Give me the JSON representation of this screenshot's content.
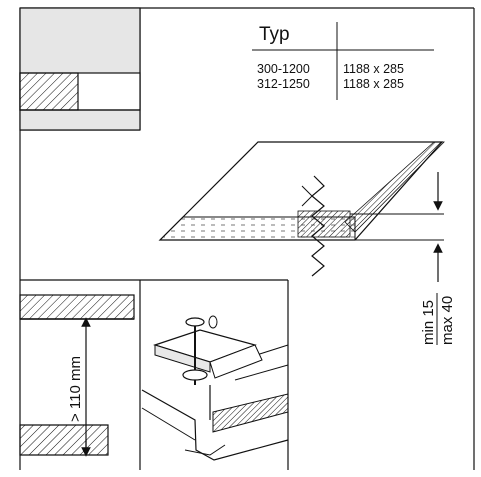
{
  "table": {
    "header_typ": "Typ",
    "rows": [
      {
        "typ": "300-1200",
        "size": "1188 x 285"
      },
      {
        "typ": "312-1250",
        "size": "1188 x 285"
      }
    ]
  },
  "dimensions": {
    "gap_label": "min 15",
    "gap_label_max": "max 40",
    "clearance_label": "> 110 mm"
  },
  "colors": {
    "line": "#111111",
    "panel_fill": "#e8e8e8",
    "hatch_fill": "#cfcfcf"
  },
  "icons": [
    "hatch-pattern",
    "dimension-arrow",
    "clamp-bracket"
  ]
}
